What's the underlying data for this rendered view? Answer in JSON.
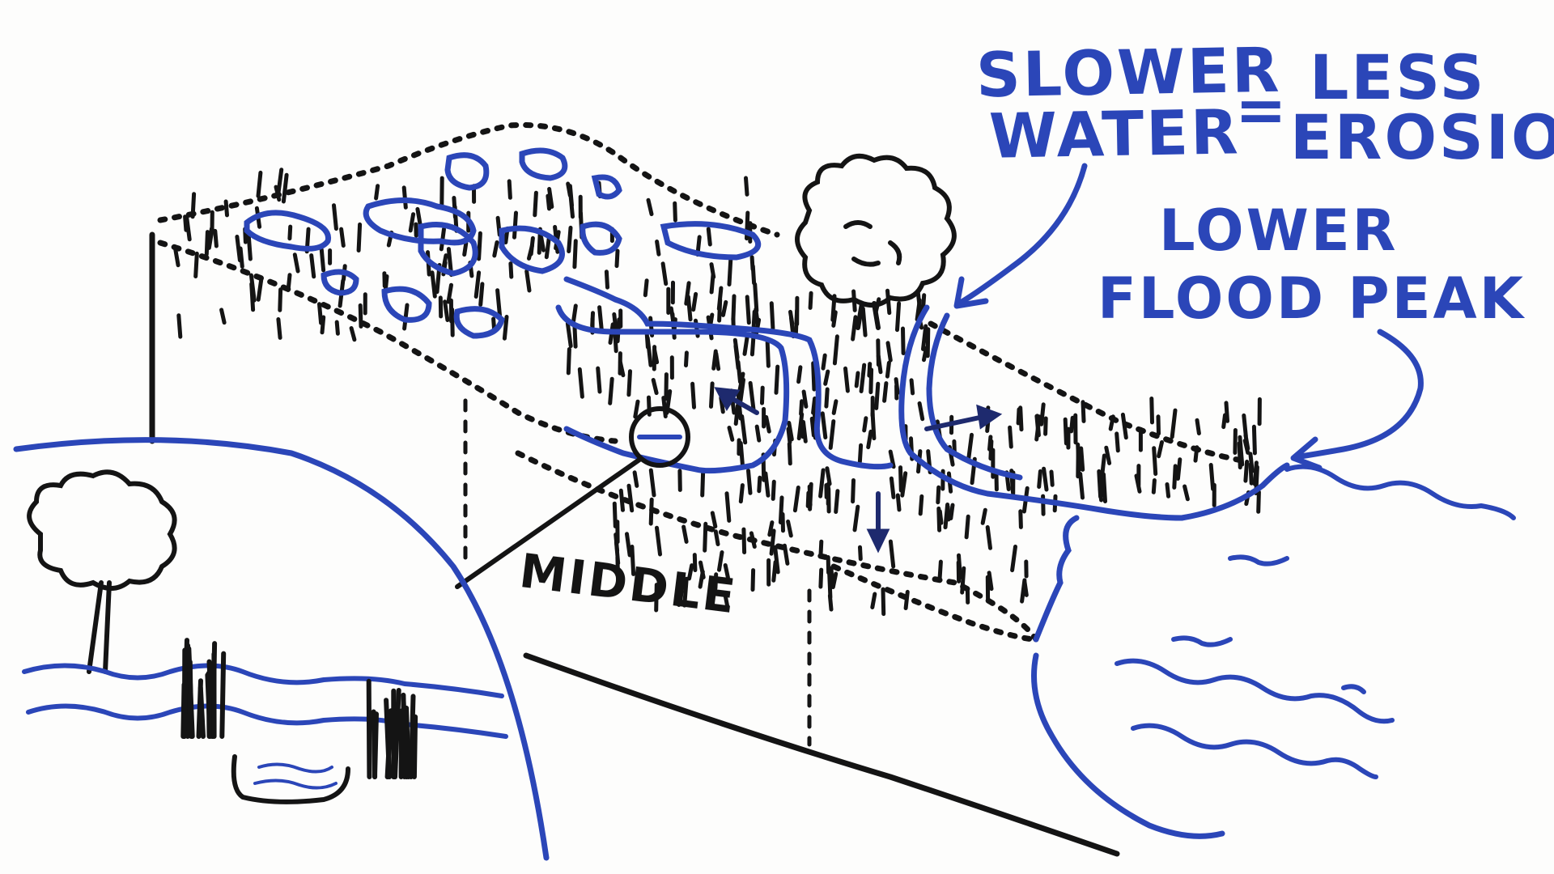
{
  "labels": {
    "slower": "SLOWER",
    "water": "WATER",
    "equals": "=",
    "less": "LESS",
    "erosion": "EROSION",
    "lower": "LOWER",
    "flood_peak": "FLOOD PEAK",
    "middle": "MIDDLE"
  },
  "colors": {
    "ink_blue": "#2b46b8",
    "ink_navy": "#1e2a6e",
    "ink_black": "#141414",
    "board": "#fdfdfc"
  }
}
